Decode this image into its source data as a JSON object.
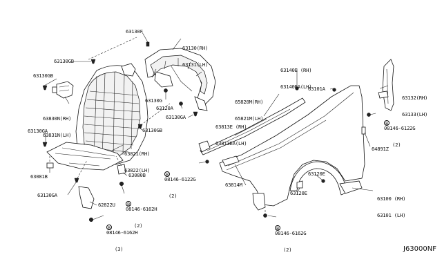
{
  "diagram": {
    "figure_id": "J63000NF",
    "labels": {
      "l63130F": "63130F",
      "l63130_rh": "63130(RH)",
      "l63131_lh": "63131(LH)",
      "l63130GB_top": "63130GB",
      "l63130GB_left": "63130GB",
      "l63830_rh": "63830N(RH)",
      "l63831_lh": "63831N(LH)",
      "l63130G": "63130G",
      "l63120A": "63120A",
      "l63130GA_mid": "63130GA",
      "l63130GB_mid": "63130GB",
      "l63130GA_left": "63130GA",
      "l63821_rh": "63821(RH)",
      "l63822_lh": "63822(LH)",
      "l63081B": "63081B",
      "l63080B": "63080B",
      "l08146_6162H_a": "08146-6162H",
      "l08146_6162H_a_qty": "(2)",
      "l63130GA_bottom": "63130GA",
      "l62822U": "62822U",
      "l08146_6162H_b": "08146-6162H",
      "l08146_6162H_b_qty": "(3)",
      "l63140E_rh": "63140E (RH)",
      "l63140EA_lh": "63140EA(LH)",
      "l65820M_rh": "65820M(RH)",
      "l65821M_lh": "65821M(LH)",
      "l63101A": "63101A",
      "l63813E_rh": "63813E (RH)",
      "l63813EA_lh": "63813EA(LH)",
      "l08146_6122G_mid": "08146-6122G",
      "l08146_6122G_mid_qty": "(2)",
      "l63132_rh": "63132(RH)",
      "l63133_lh": "63133(LH)",
      "l08146_6122G_right": "08146-6122G",
      "l08146_6122G_right_qty": "(2)",
      "l64891Z": "64891Z",
      "l63814M": "63814M",
      "l63120E_a": "63120E",
      "l63120E_b": "63120E",
      "l63100_rh": "63100 (RH)",
      "l63101_lh": "63101 (LH)",
      "l08146_6162G": "08146-6162G",
      "l08146_6162G_qty": "(2)",
      "bolt_marker": "B"
    }
  }
}
